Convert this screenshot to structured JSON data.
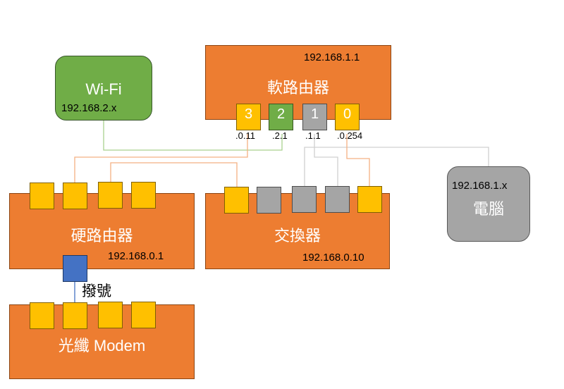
{
  "soft_router": {
    "title": "軟路由器",
    "ip": "192.168.1.1",
    "ports": [
      {
        "number": "3",
        "address": ".0.11",
        "color": "#ffc000"
      },
      {
        "number": "2",
        "address": ".2.1",
        "color": "#70ad47"
      },
      {
        "number": "1",
        "address": ".1.1",
        "color": "#a5a5a5"
      },
      {
        "number": "0",
        "address": ".0.254",
        "color": "#ffc000"
      }
    ]
  },
  "wifi": {
    "title": "Wi-Fi",
    "ip": "192.168.2.x",
    "color": "#70ad47"
  },
  "hard_router": {
    "title": "硬路由器",
    "ip": "192.168.0.1"
  },
  "switch": {
    "title": "交換器",
    "ip": "192.168.0.10"
  },
  "computer": {
    "title": "電腦",
    "ip": "192.168.1.x",
    "color": "#a5a5a5"
  },
  "modem": {
    "title": "光纖 Modem",
    "dialup_label": "撥號"
  },
  "colors": {
    "device_orange": "#ed7d31",
    "lan_port": "#ffc000",
    "wan_port": "#4472c4",
    "wire_orange": "#f4b183",
    "wire_green": "#a9d18e",
    "wire_gray": "#d0d0d0",
    "wire_blue": "#4472c4"
  }
}
